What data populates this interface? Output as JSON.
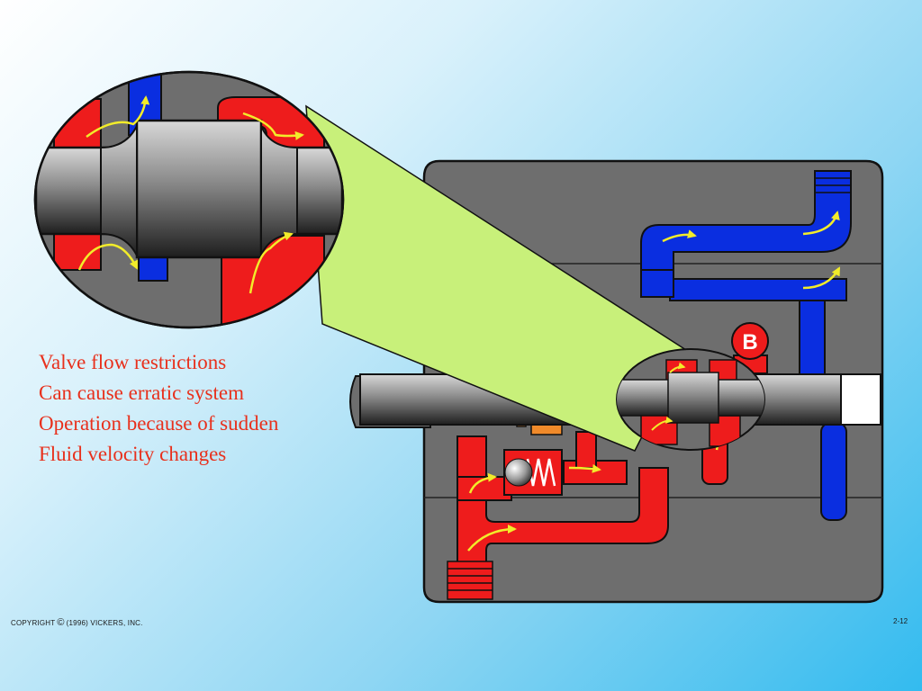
{
  "caption": {
    "lines": [
      "Valve flow restrictions",
      "Can cause erratic system",
      "Operation because of sudden",
      "Fluid velocity changes"
    ]
  },
  "diagram": {
    "port_label": "B",
    "colors": {
      "pressure": "#ee1c1c",
      "return": "#0a2ee0",
      "body": "#6e6e6e",
      "magnifier": "#c8f07a",
      "flow_arrow": "#f2ec2a",
      "pilot": "#f08a2a"
    }
  },
  "footer": {
    "copyright_prefix": "COPYRIGHT",
    "copyright_symbol": "©",
    "copyright_suffix": "(1996) VICKERS, INC.",
    "slide_number": "2-12"
  }
}
